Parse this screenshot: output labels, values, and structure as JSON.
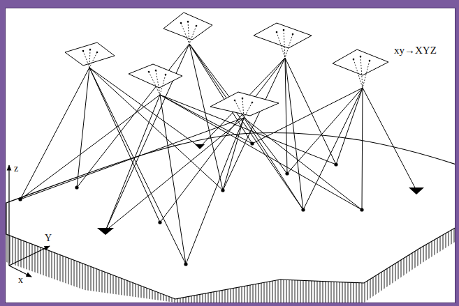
{
  "diagram": {
    "labels": [
      "xy→XYZ",
      "z",
      "Y",
      "x"
    ]
  }
}
